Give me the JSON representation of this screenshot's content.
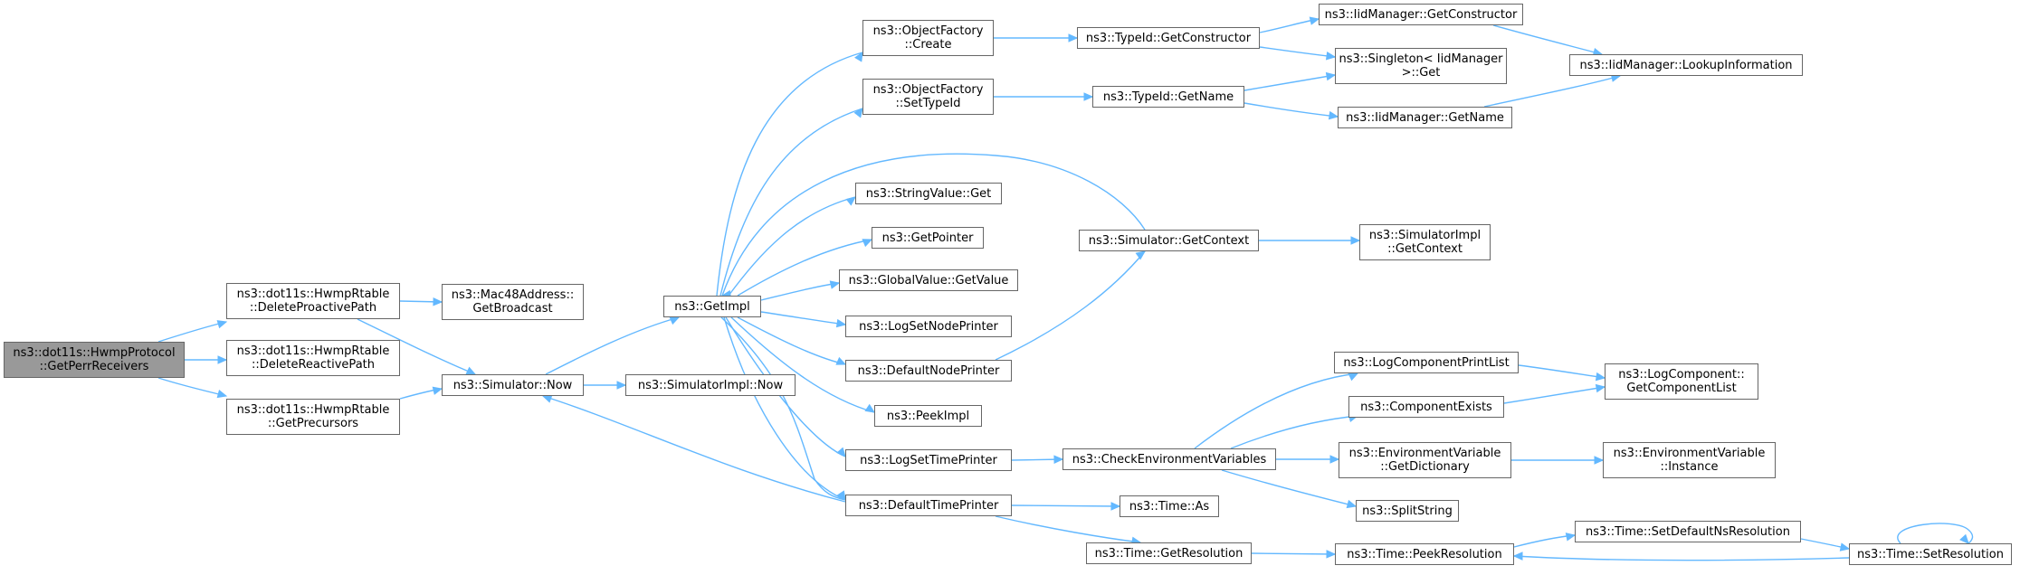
{
  "graph": {
    "edge_color": "#63b8ff",
    "node_border_color": "#666666",
    "root_fill": "#999999",
    "nodes": [
      {
        "id": "root",
        "lines": [
          "ns3::dot11s::HwmpProtocol",
          "::GetPerrReceivers"
        ],
        "root": true
      },
      {
        "id": "delproactive",
        "lines": [
          "ns3::dot11s::HwmpRtable",
          "::DeleteProactivePath"
        ]
      },
      {
        "id": "delreactive",
        "lines": [
          "ns3::dot11s::HwmpRtable",
          "::DeleteReactivePath"
        ]
      },
      {
        "id": "getprecursors",
        "lines": [
          "ns3::dot11s::HwmpRtable",
          "::GetPrecursors"
        ]
      },
      {
        "id": "mac48broadcast",
        "lines": [
          "ns3::Mac48Address::",
          "GetBroadcast"
        ]
      },
      {
        "id": "simnow",
        "lines": [
          "ns3::Simulator::Now"
        ]
      },
      {
        "id": "simimplnow",
        "lines": [
          "ns3::SimulatorImpl::Now"
        ]
      },
      {
        "id": "getimpl",
        "lines": [
          "ns3::GetImpl"
        ]
      },
      {
        "id": "ofcreate",
        "lines": [
          "ns3::ObjectFactory",
          "::Create"
        ]
      },
      {
        "id": "ofsettypeid",
        "lines": [
          "ns3::ObjectFactory",
          "::SetTypeId"
        ]
      },
      {
        "id": "stringvalueget",
        "lines": [
          "ns3::StringValue::Get"
        ]
      },
      {
        "id": "getpointer",
        "lines": [
          "ns3::GetPointer"
        ]
      },
      {
        "id": "globalvalueget",
        "lines": [
          "ns3::GlobalValue::GetValue"
        ]
      },
      {
        "id": "logsetnodeprinter",
        "lines": [
          "ns3::LogSetNodePrinter"
        ]
      },
      {
        "id": "defaultnodeprinter",
        "lines": [
          "ns3::DefaultNodePrinter"
        ]
      },
      {
        "id": "peekimpl",
        "lines": [
          "ns3::PeekImpl"
        ]
      },
      {
        "id": "logsettimeprinter",
        "lines": [
          "ns3::LogSetTimePrinter"
        ]
      },
      {
        "id": "defaulttimeprinter",
        "lines": [
          "ns3::DefaultTimePrinter"
        ]
      },
      {
        "id": "typeidgetconstructor",
        "lines": [
          "ns3::TypeId::GetConstructor"
        ]
      },
      {
        "id": "typeidgetname",
        "lines": [
          "ns3::TypeId::GetName"
        ]
      },
      {
        "id": "simgetcontext",
        "lines": [
          "ns3::Simulator::GetContext"
        ]
      },
      {
        "id": "checkenv",
        "lines": [
          "ns3::CheckEnvironmentVariables"
        ]
      },
      {
        "id": "timeas",
        "lines": [
          "ns3::Time::As"
        ]
      },
      {
        "id": "timegetresolution",
        "lines": [
          "ns3::Time::GetResolution"
        ]
      },
      {
        "id": "iidgetconstructor",
        "lines": [
          "ns3::IidManager::GetConstructor"
        ]
      },
      {
        "id": "singletonget",
        "lines": [
          "ns3::Singleton< IidManager",
          " >::Get"
        ]
      },
      {
        "id": "iidgetname",
        "lines": [
          "ns3::IidManager::GetName"
        ]
      },
      {
        "id": "simimplgetcontext",
        "lines": [
          "ns3::SimulatorImpl",
          "::GetContext"
        ]
      },
      {
        "id": "logcompprintlist",
        "lines": [
          "ns3::LogComponentPrintList"
        ]
      },
      {
        "id": "componentexists",
        "lines": [
          "ns3::ComponentExists"
        ]
      },
      {
        "id": "envvargetdict",
        "lines": [
          "ns3::EnvironmentVariable",
          "::GetDictionary"
        ]
      },
      {
        "id": "splitstring",
        "lines": [
          "ns3::SplitString"
        ]
      },
      {
        "id": "timepeekresolution",
        "lines": [
          "ns3::Time::PeekResolution"
        ]
      },
      {
        "id": "iidlookupinfo",
        "lines": [
          "ns3::IidManager::LookupInformation"
        ]
      },
      {
        "id": "logcompgetlist",
        "lines": [
          "ns3::LogComponent::",
          "GetComponentList"
        ]
      },
      {
        "id": "envvarinstance",
        "lines": [
          "ns3::EnvironmentVariable",
          "::Instance"
        ]
      },
      {
        "id": "timesetdefaultns",
        "lines": [
          "ns3::Time::SetDefaultNsResolution"
        ]
      },
      {
        "id": "timesetresolution",
        "lines": [
          "ns3::Time::SetResolution"
        ]
      }
    ]
  }
}
